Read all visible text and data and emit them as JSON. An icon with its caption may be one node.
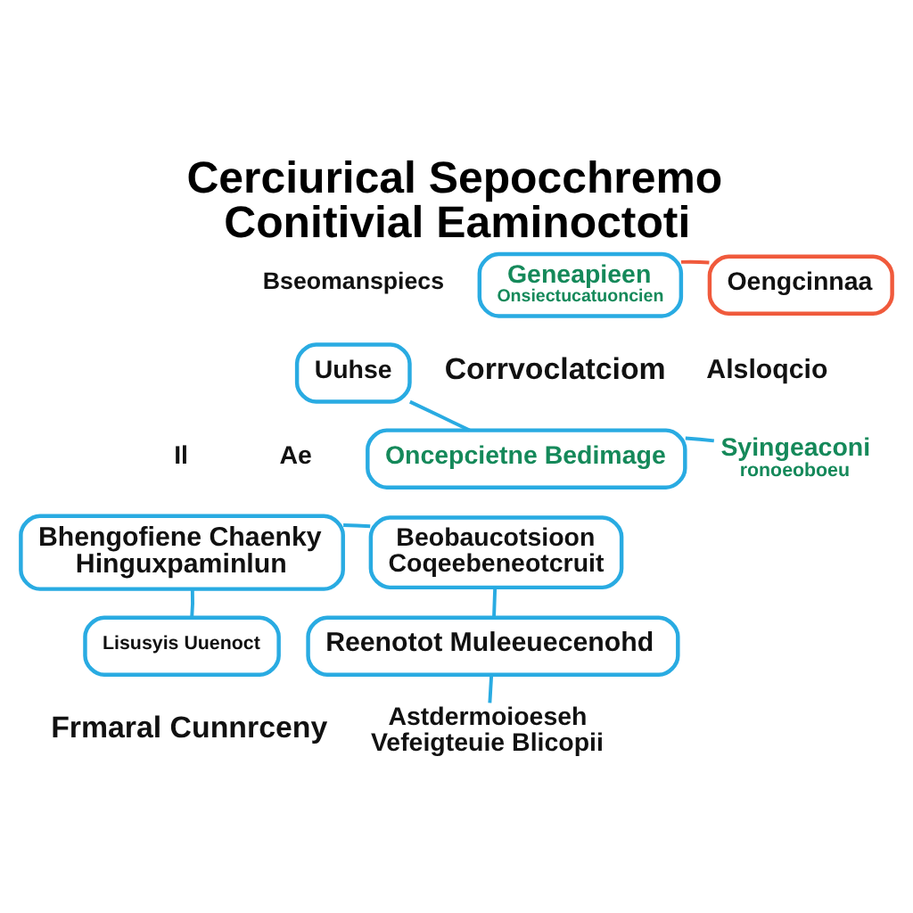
{
  "diagram": {
    "title": "Cerciurical Sepocchremo Conitivial Eaminoctoti",
    "nodes": [
      {
        "text": [
          "Geneapieen",
          "Onsiectucatuoncien"
        ]
      },
      {
        "text": [
          "Oengcinnaa"
        ]
      },
      {
        "text": [
          "Uuhse"
        ]
      },
      {
        "text": [
          "Oncepcietne Bedimage"
        ]
      },
      {
        "text": [
          "Syingeaconi",
          "ronoeoboeu"
        ]
      },
      {
        "text": [
          "Bhengofiene Chaenky Hinguxpaminlun"
        ]
      },
      {
        "text": [
          "Beobaucotsioon Coqeebeneotcruit"
        ]
      },
      {
        "text": [
          "Lisusyis Uuenoct"
        ]
      },
      {
        "text": [
          "Reenotot Muleeuecenohd"
        ]
      },
      {
        "text": [
          "Astdermoioeseh Vefeigteuie Blicopii"
        ]
      }
    ],
    "edges": [
      {
        "from": 0,
        "to": 1,
        "arrow": "none",
        "color": "#f05a3c"
      },
      {
        "from": 2,
        "to": 3,
        "arrow": "none"
      },
      {
        "from": 3,
        "to": 4,
        "arrow": "none"
      },
      {
        "from": 5,
        "to": 6,
        "arrow": "none"
      },
      {
        "from": 5,
        "to": 7,
        "arrow": "none"
      },
      {
        "from": 6,
        "to": 8,
        "arrow": "none"
      },
      {
        "from": 8,
        "to": 9,
        "arrow": "none"
      }
    ],
    "labels": [
      "Bseomanspiecs",
      "Corrvoclatciom",
      "Alsloqcio",
      "Il",
      "Ae",
      "Frmaral Cunnrceny"
    ]
  }
}
